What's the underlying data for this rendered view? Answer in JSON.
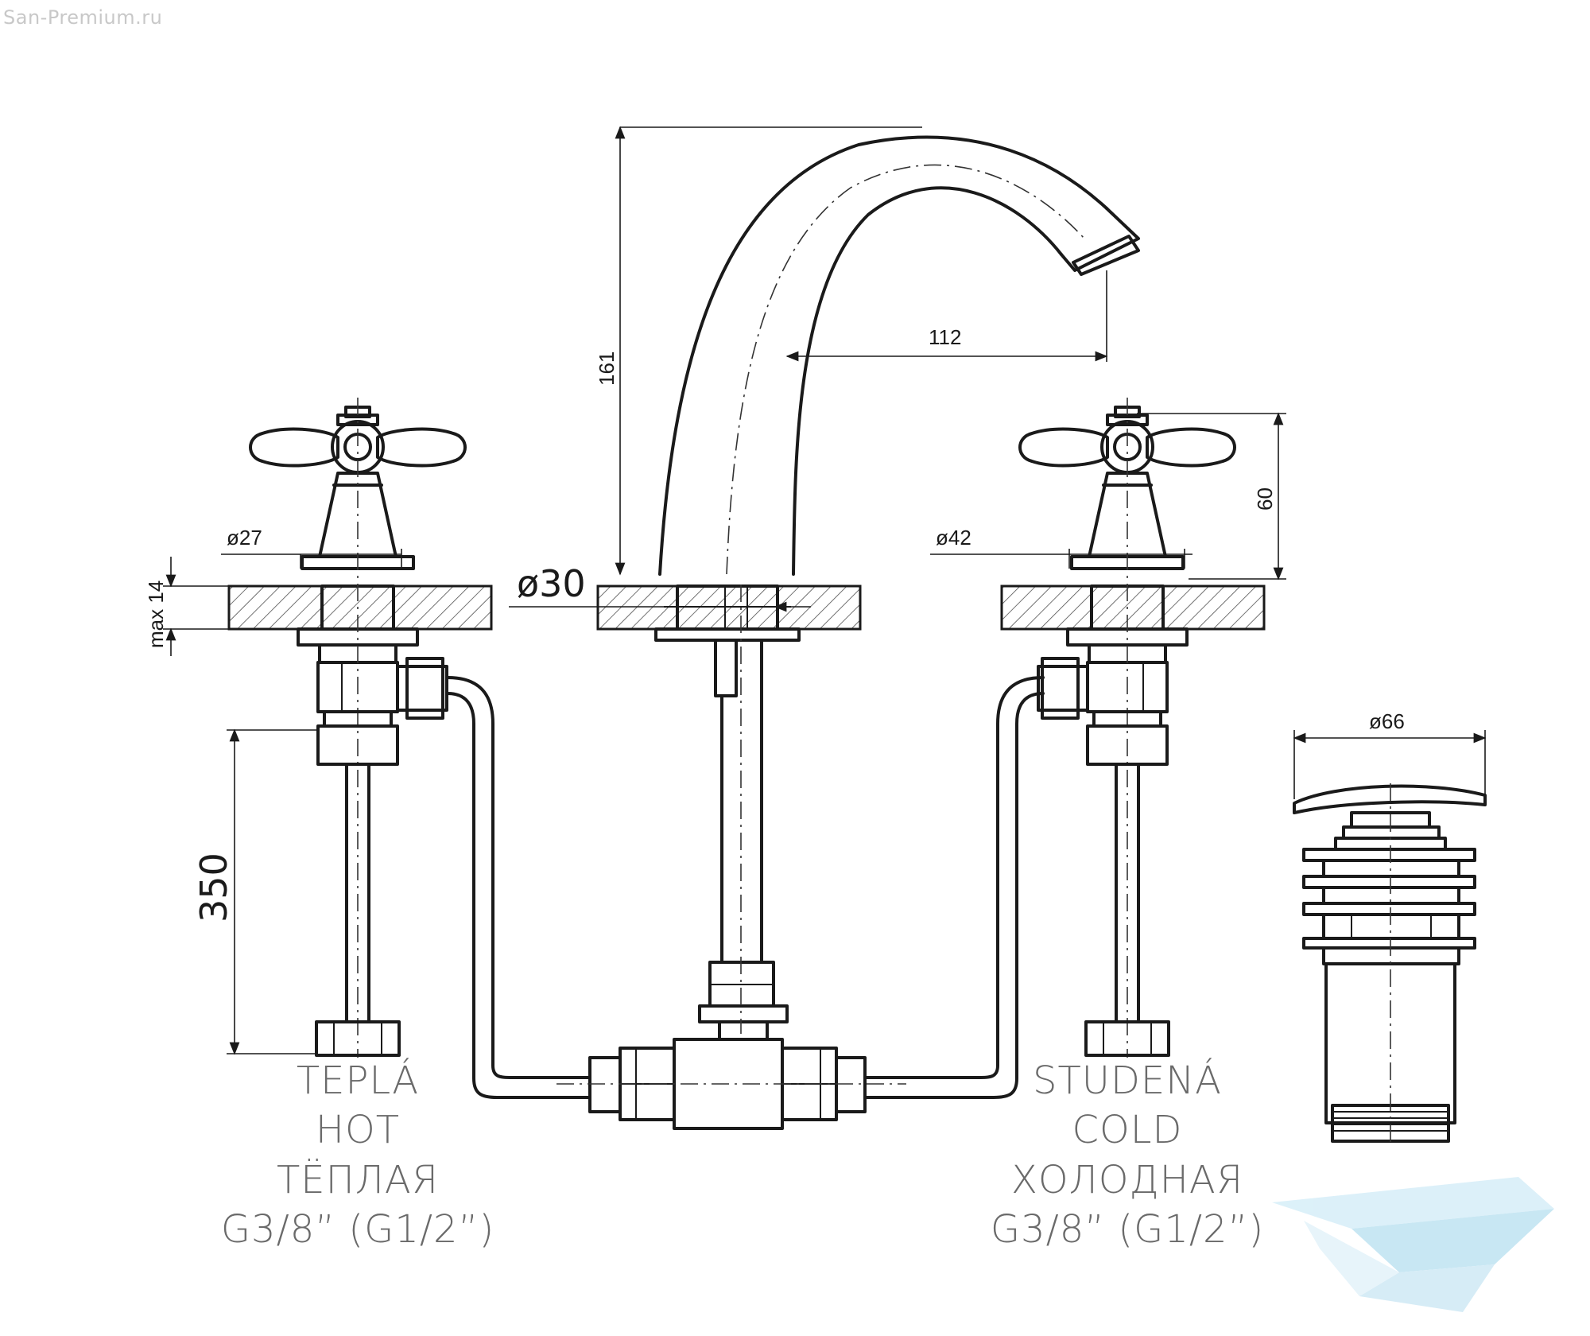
{
  "watermark": "San-Premium.ru",
  "dimensions": {
    "spout_height": "161",
    "spout_reach": "112",
    "handle_height": "60",
    "hot_base_diameter": "ø27",
    "cold_base_diameter": "ø42",
    "spout_base_diameter": "ø30",
    "max_thickness": "max 14",
    "hose_length": "350",
    "waste_diameter": "ø66"
  },
  "labels": {
    "hot": [
      "TEPLÁ",
      "HOT",
      "ТЁПЛАЯ",
      "G3/8” (G1/2”)"
    ],
    "cold": [
      "STUDENÁ",
      "COLD",
      "ХОЛОДНАЯ",
      "G3/8” (G1/2”)"
    ]
  },
  "colors": {
    "line": "#1a1a1a",
    "label": "#6a6a6a",
    "logo": "#bfe3f2"
  }
}
